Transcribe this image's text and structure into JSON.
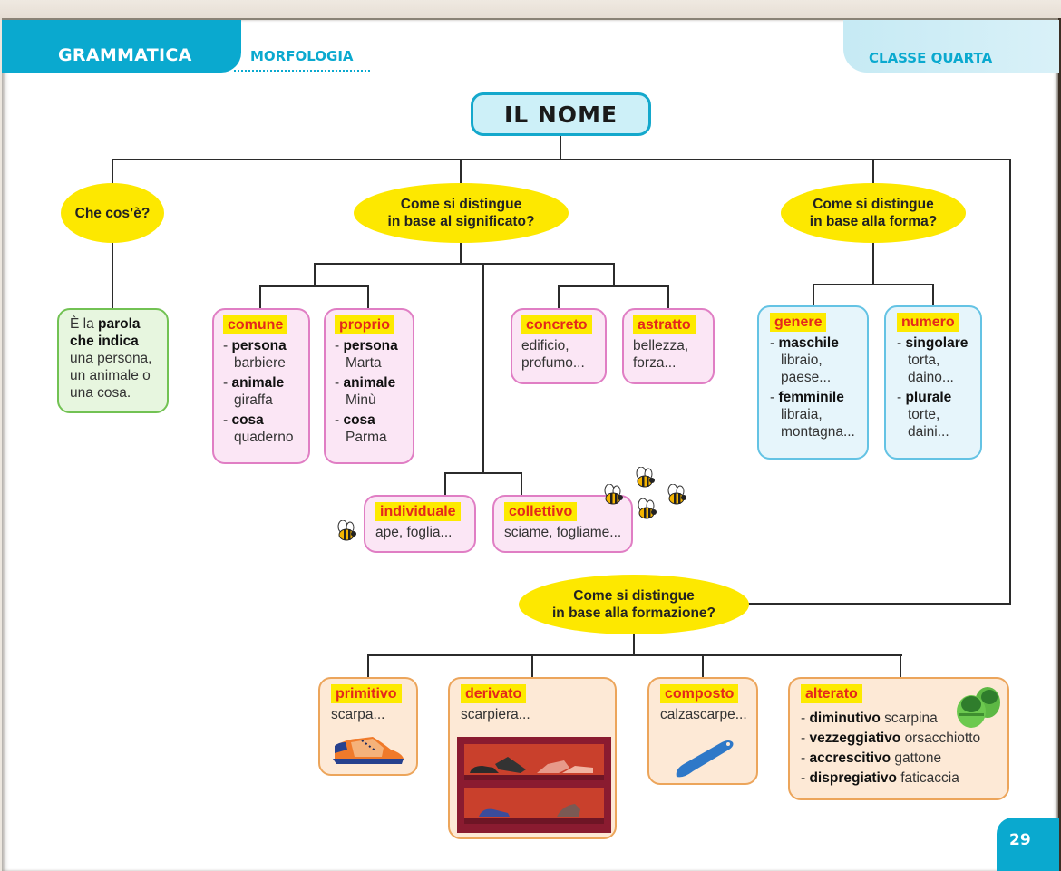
{
  "header": {
    "section": "GRAMMATICA",
    "subsection": "MORFOLOGIA",
    "grade": "CLASSE QUARTA"
  },
  "title": "IL NOME",
  "page_number": "29",
  "questions": {
    "what": "Che cos’è?",
    "meaning_line1": "Come si distingue",
    "meaning_line2": "in base al significato?",
    "form_line1": "Come si distingue",
    "form_line2": "in base alla forma?",
    "formation_line1": "Come si distingue",
    "formation_line2": "in base alla formazione?"
  },
  "definition": {
    "prefix": "È la ",
    "bold1": "parola",
    "bold2": "che indica",
    "rest1": "una persona,",
    "rest2": "un animale o",
    "rest3": "una cosa."
  },
  "meaning": {
    "comune": {
      "label": "comune",
      "items": [
        {
          "kind": "persona",
          "example": "barbiere"
        },
        {
          "kind": "animale",
          "example": "giraffa"
        },
        {
          "kind": "cosa",
          "example": "quaderno"
        }
      ]
    },
    "proprio": {
      "label": "proprio",
      "items": [
        {
          "kind": "persona",
          "example": "Marta"
        },
        {
          "kind": "animale",
          "example": "Minù"
        },
        {
          "kind": "cosa",
          "example": "Parma"
        }
      ]
    },
    "concreto": {
      "label": "concreto",
      "line1": "edificio,",
      "line2": "profumo..."
    },
    "astratto": {
      "label": "astratto",
      "line1": "bellezza,",
      "line2": "forza..."
    },
    "individuale": {
      "label": "individuale",
      "example": "ape, foglia..."
    },
    "collettivo": {
      "label": "collettivo",
      "example": "sciame, fogliame..."
    }
  },
  "form": {
    "genere": {
      "label": "genere",
      "items": [
        {
          "kind": "maschile",
          "ex1": "libraio,",
          "ex2": "paese..."
        },
        {
          "kind": "femminile",
          "ex1": "libraia,",
          "ex2": "montagna..."
        }
      ]
    },
    "numero": {
      "label": "numero",
      "items": [
        {
          "kind": "singolare",
          "ex1": "torta,",
          "ex2": "daino..."
        },
        {
          "kind": "plurale",
          "ex1": "torte,",
          "ex2": "daini..."
        }
      ]
    }
  },
  "formation": {
    "primitivo": {
      "label": "primitivo",
      "example": "scarpa..."
    },
    "derivato": {
      "label": "derivato",
      "example": "scarpiera..."
    },
    "composto": {
      "label": "composto",
      "example": "calzascarpe..."
    },
    "alterato": {
      "label": "alterato",
      "items": [
        {
          "kind": "diminutivo",
          "example": "scarpina"
        },
        {
          "kind": "vezzeggiativo",
          "example": "orsacchiotto"
        },
        {
          "kind": "accrescitivo",
          "example": "gattone"
        },
        {
          "kind": "dispregiativo",
          "example": "faticaccia"
        }
      ]
    }
  },
  "dash": "- ",
  "colors": {
    "brand": "#0aa9cf",
    "question": "#fde800",
    "tag_text": "#e4281c"
  }
}
